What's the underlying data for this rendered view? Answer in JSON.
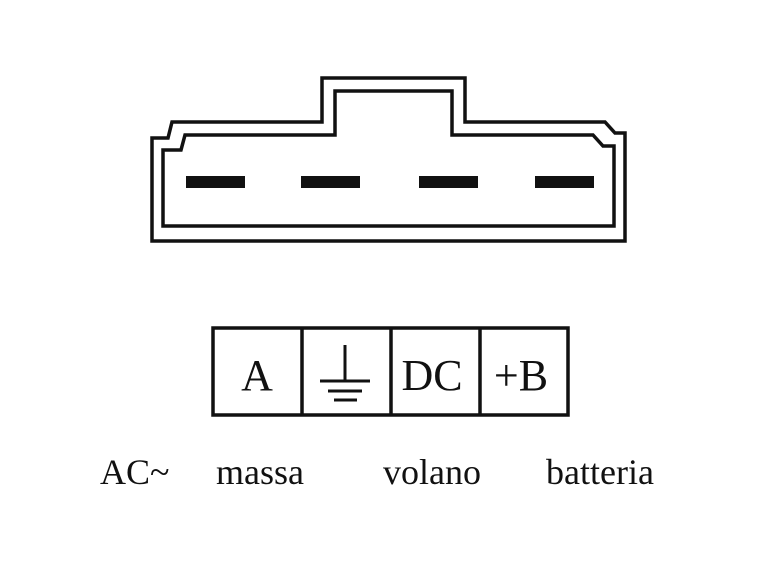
{
  "pin_codes": [
    "A",
    "ground",
    "DC",
    "+B"
  ],
  "pin_labels": [
    "A",
    "DC",
    "+B"
  ],
  "descriptions": [
    "AC~",
    "massa",
    "volano",
    "batteria"
  ],
  "colors": {
    "stroke": "#111111",
    "background": "#ffffff"
  }
}
